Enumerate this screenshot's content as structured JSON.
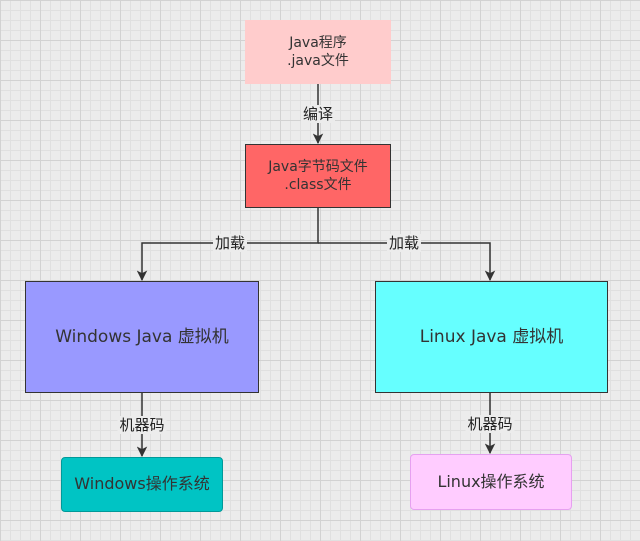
{
  "nodes": {
    "java_source": {
      "text": "Java程序\n.java文件",
      "fill": "#ffcccc",
      "stroke": "#ffcccc"
    },
    "bytecode": {
      "text": "Java字节码文件\n.class文件",
      "fill": "#ff6666",
      "stroke": "#333333"
    },
    "windows_jvm": {
      "text": "Windows Java 虚拟机",
      "fill": "#9999ff",
      "stroke": "#333333"
    },
    "linux_jvm": {
      "text": "Linux Java 虚拟机",
      "fill": "#66ffff",
      "stroke": "#333333"
    },
    "windows_os": {
      "text": "Windows操作系统",
      "fill": "#00c4c4",
      "stroke": "#009999"
    },
    "linux_os": {
      "text": "Linux操作系统",
      "fill": "#ffccff",
      "stroke": "#e6a0f0"
    }
  },
  "edges": {
    "compile": "编译",
    "load_windows": "加载",
    "load_linux": "加载",
    "machine_code_windows": "机器码",
    "machine_code_linux": "机器码"
  }
}
